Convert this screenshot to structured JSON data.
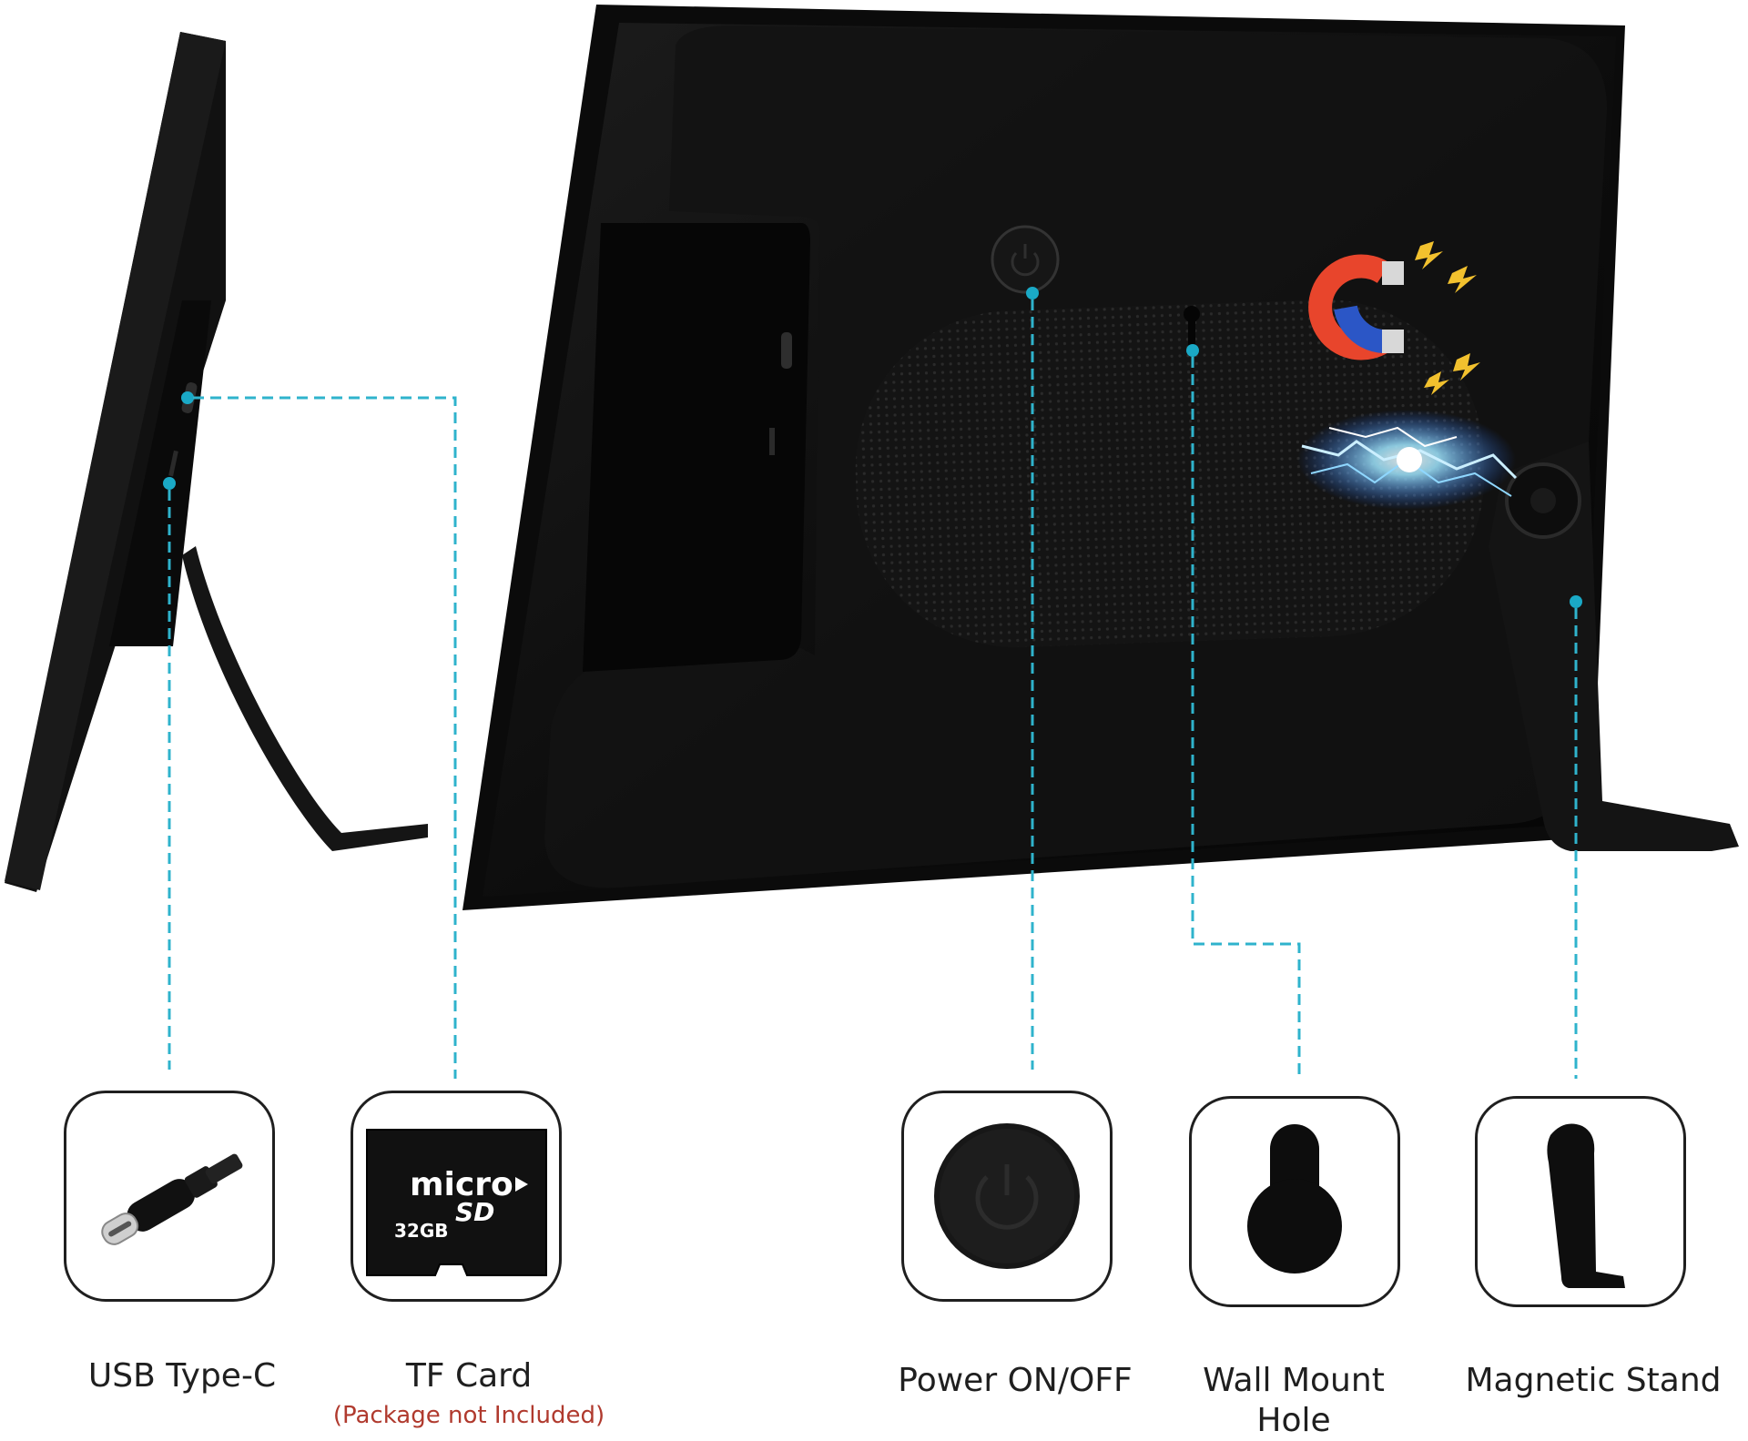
{
  "features": [
    {
      "id": "usb",
      "label": "USB Type-C",
      "icon": "usb-c-connector-icon"
    },
    {
      "id": "tf",
      "label": "TF Card",
      "note": "(Package not Included)",
      "icon": "microsd-card-icon",
      "card": {
        "brand_top": "micro",
        "brand_bottom": "SD",
        "capacity": "32GB"
      }
    },
    {
      "id": "power",
      "label": "Power ON/OFF",
      "icon": "power-button-icon"
    },
    {
      "id": "wall",
      "label": "Wall Mount Hole",
      "label_lines": [
        "Wall Mount",
        "Hole"
      ],
      "icon": "keyhole-icon"
    },
    {
      "id": "stand",
      "label": "Magnetic Stand",
      "icon": "kickstand-icon"
    }
  ],
  "colors": {
    "accent": "#1aa9c6",
    "device": "#111111",
    "note": "#b03a2e",
    "text": "#1f1f1f"
  }
}
